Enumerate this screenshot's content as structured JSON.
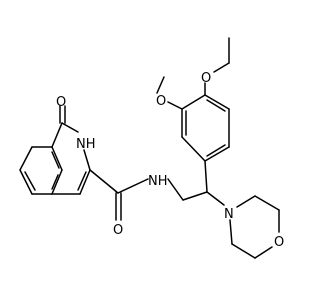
{
  "molecule": {
    "atom_labels": {
      "ketone_oxygen": "O",
      "lactam_nh": "NH",
      "amide_nh": "NH",
      "amide_oxygen": "O",
      "methoxy_oxygen": "O",
      "ethoxy_oxygen": "O",
      "morpholine_nitrogen": "N",
      "morpholine_oxygen": "O"
    }
  }
}
